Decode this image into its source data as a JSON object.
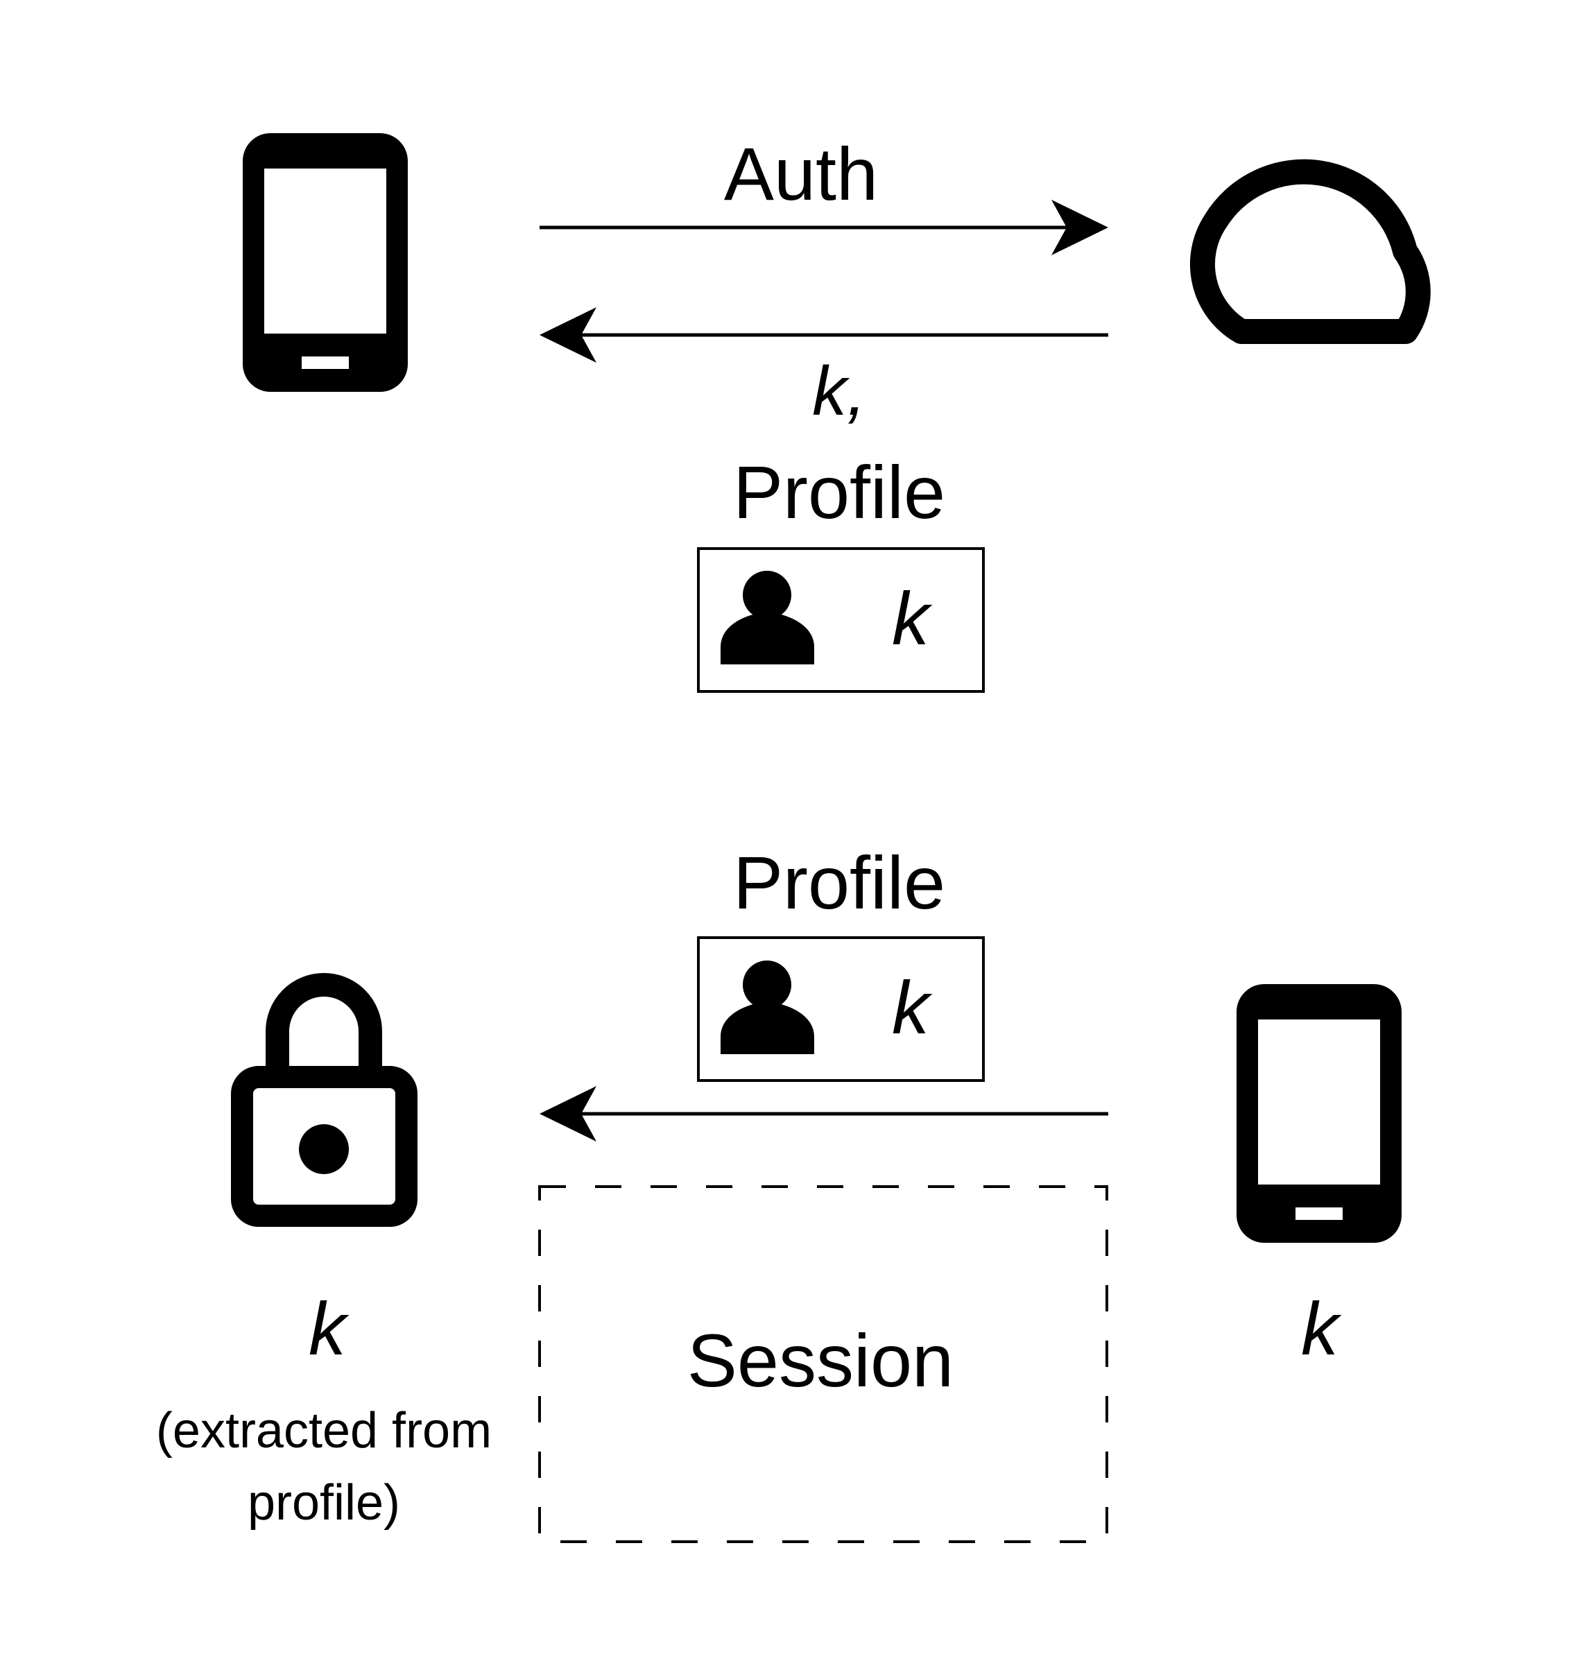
{
  "messages": {
    "auth": "Auth",
    "key_comma": "k,",
    "profile_top": "Profile",
    "profile_bottom": "Profile"
  },
  "profile_card": {
    "key": "k"
  },
  "lock": {
    "key": "k",
    "note_line1": "(extracted from",
    "note_line2": "profile)"
  },
  "phone_bottom": {
    "key": "k"
  },
  "session": {
    "label": "Session"
  },
  "icons": {
    "phone": "smartphone-icon",
    "cloud": "cloud-icon",
    "person": "person-icon",
    "lock": "padlock-icon"
  },
  "colors": {
    "ink": "#000000",
    "background": "#ffffff"
  }
}
